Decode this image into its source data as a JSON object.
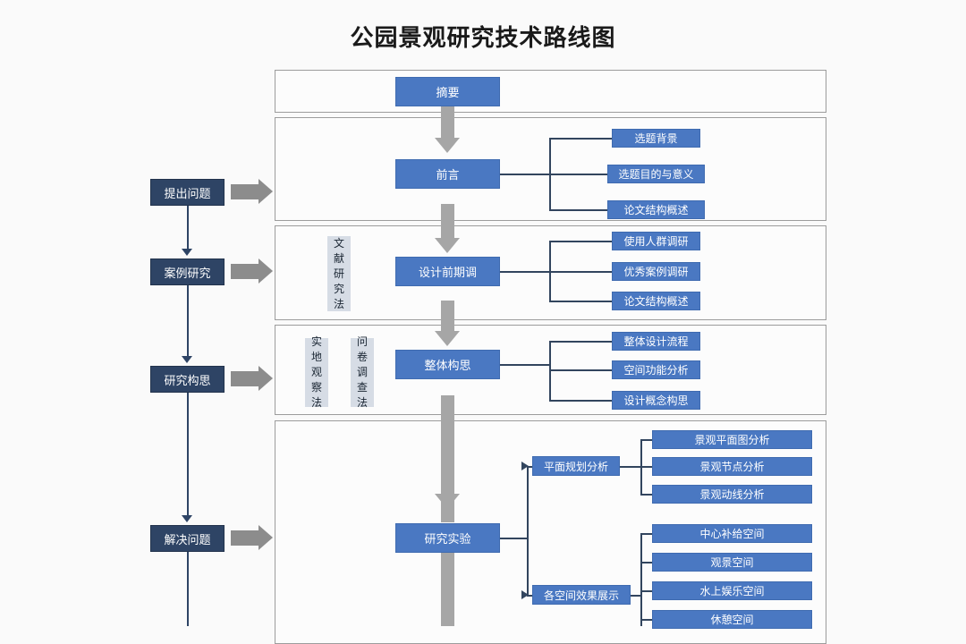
{
  "title": "公园景观研究技术路线图",
  "sidebar": {
    "stages": [
      {
        "label": "提出问题"
      },
      {
        "label": "案例研究"
      },
      {
        "label": "研究构思"
      },
      {
        "label": "解决问题"
      }
    ]
  },
  "panels": [
    {
      "id": "abstract",
      "center": "摘要",
      "methods": [],
      "leaves": []
    },
    {
      "id": "preface",
      "center": "前言",
      "methods": [],
      "leaves": [
        "选题背景",
        "选题目的与意义",
        "论文结构概述"
      ]
    },
    {
      "id": "pre-design-research",
      "center": "设计前期调",
      "methods": [
        "文献研究法"
      ],
      "leaves": [
        "使用人群调研",
        "优秀案例调研",
        "论文结构概述"
      ]
    },
    {
      "id": "overall-concept",
      "center": "整体构思",
      "methods": [
        "实地观察法",
        "问卷调查法"
      ],
      "leaves": [
        "整体设计流程",
        "空间功能分析",
        "设计概念构思"
      ]
    },
    {
      "id": "research-experiment",
      "center": "研究实验",
      "methods": [],
      "branches": [
        {
          "label": "平面规划分析",
          "leaves": [
            "景观平面图分析",
            "景观节点分析",
            "景观动线分析"
          ]
        },
        {
          "label": "各空间效果展示",
          "leaves": [
            "中心补给空间",
            "观景空间",
            "水上娱乐空间",
            "休憩空间"
          ]
        }
      ]
    }
  ],
  "colors": {
    "blue_box": "#4a78c2",
    "navy_box": "#2e4465",
    "method_box": "#d6dce5",
    "grey_arrow": "#a6a6a6",
    "connector_line": "#32455e",
    "panel_border": "#9c9c9c",
    "background": "#fafafa"
  },
  "icons": {
    "down_arrow": "thick-down-arrow-icon",
    "right_arrow": "thick-right-arrow-icon",
    "flow_arrow": "flow-arrow-icon"
  }
}
